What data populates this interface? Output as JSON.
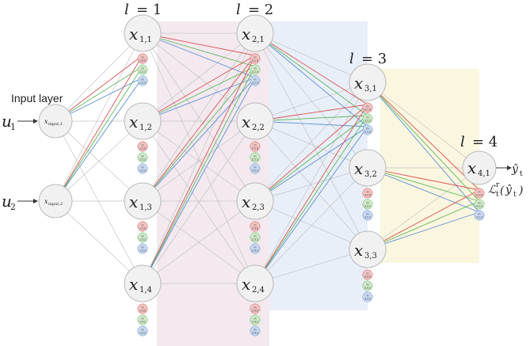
{
  "layer_labels": [
    {
      "var": "l",
      "eq": "= 1"
    },
    {
      "var": "l",
      "eq": "= 2"
    },
    {
      "var": "l",
      "eq": "= 3"
    },
    {
      "var": "l",
      "eq": "= 4"
    }
  ],
  "input_layer_label": "Input layer",
  "inputs": [
    {
      "u": "u",
      "u_sub": "1",
      "node": "x",
      "node_sub": "input,1"
    },
    {
      "u": "u",
      "u_sub": "2",
      "node": "x",
      "node_sub": "input,2"
    }
  ],
  "hidden_nodes": [
    {
      "var": "x",
      "sub": "1,1"
    },
    {
      "var": "x",
      "sub": "1,2"
    },
    {
      "var": "x",
      "sub": "1,3"
    },
    {
      "var": "x",
      "sub": "1,4"
    },
    {
      "var": "x",
      "sub": "2,1"
    },
    {
      "var": "x",
      "sub": "2,2"
    },
    {
      "var": "x",
      "sub": "2,3"
    },
    {
      "var": "x",
      "sub": "2,4"
    },
    {
      "var": "x",
      "sub": "3,1"
    },
    {
      "var": "x",
      "sub": "3,2"
    },
    {
      "var": "x",
      "sub": "3,3"
    },
    {
      "var": "x",
      "sub": "4,1"
    }
  ],
  "output": {
    "y": "ŷ",
    "y_sub": "t",
    "loss": "ℒ",
    "loss_sup": "r",
    "loss_sub": "t"
  },
  "param_badge_letter": "m",
  "param_badges": {
    "1,1": [
      "1,5,5",
      "1,1,1",
      "1,1,3"
    ],
    "1,2": [
      "1,2,5",
      "1,2,2",
      "1,2,3"
    ],
    "1,3": [
      "1,3,5",
      "1,3,2",
      "1,3,3"
    ],
    "1,4": [
      "1,4,5",
      "1,4,2",
      "1,4,3"
    ],
    "2,1": [
      "2,1,5",
      "2,1,2",
      "2,1,3"
    ],
    "2,2": [
      "2,2,5",
      "2,2,2",
      "2,2,3"
    ],
    "2,3": [
      "2,3,5",
      "2,3,2",
      "2,3,3"
    ],
    "2,4": [
      "2,4,5",
      "2,4,2",
      "2,4,3"
    ],
    "3,1": [
      "3,1,5",
      "3,1,2",
      "3,1,3"
    ],
    "3,2": [
      "3,2,5",
      "3,2,2",
      "3,2,3"
    ],
    "3,3": [
      "3,3,5",
      "3,3,2",
      "3,3,3"
    ],
    "4,1": [
      "4,1,5",
      "4,1,2",
      "4,1,3"
    ]
  },
  "colors": {
    "band_1": "#f3e9ef",
    "band_2": "#e9eff8",
    "band_3": "#fbf6df",
    "node_fill": "#f1f1f1",
    "node_stroke": "#b9b9b9",
    "edge_gray": "#c4c4c4",
    "red": "#d9534f",
    "green": "#5cb85c",
    "blue": "#5b8fd6",
    "badge_red": "#f2c4c4",
    "badge_green": "#cfe9c9",
    "badge_blue": "#c9d9f1"
  }
}
